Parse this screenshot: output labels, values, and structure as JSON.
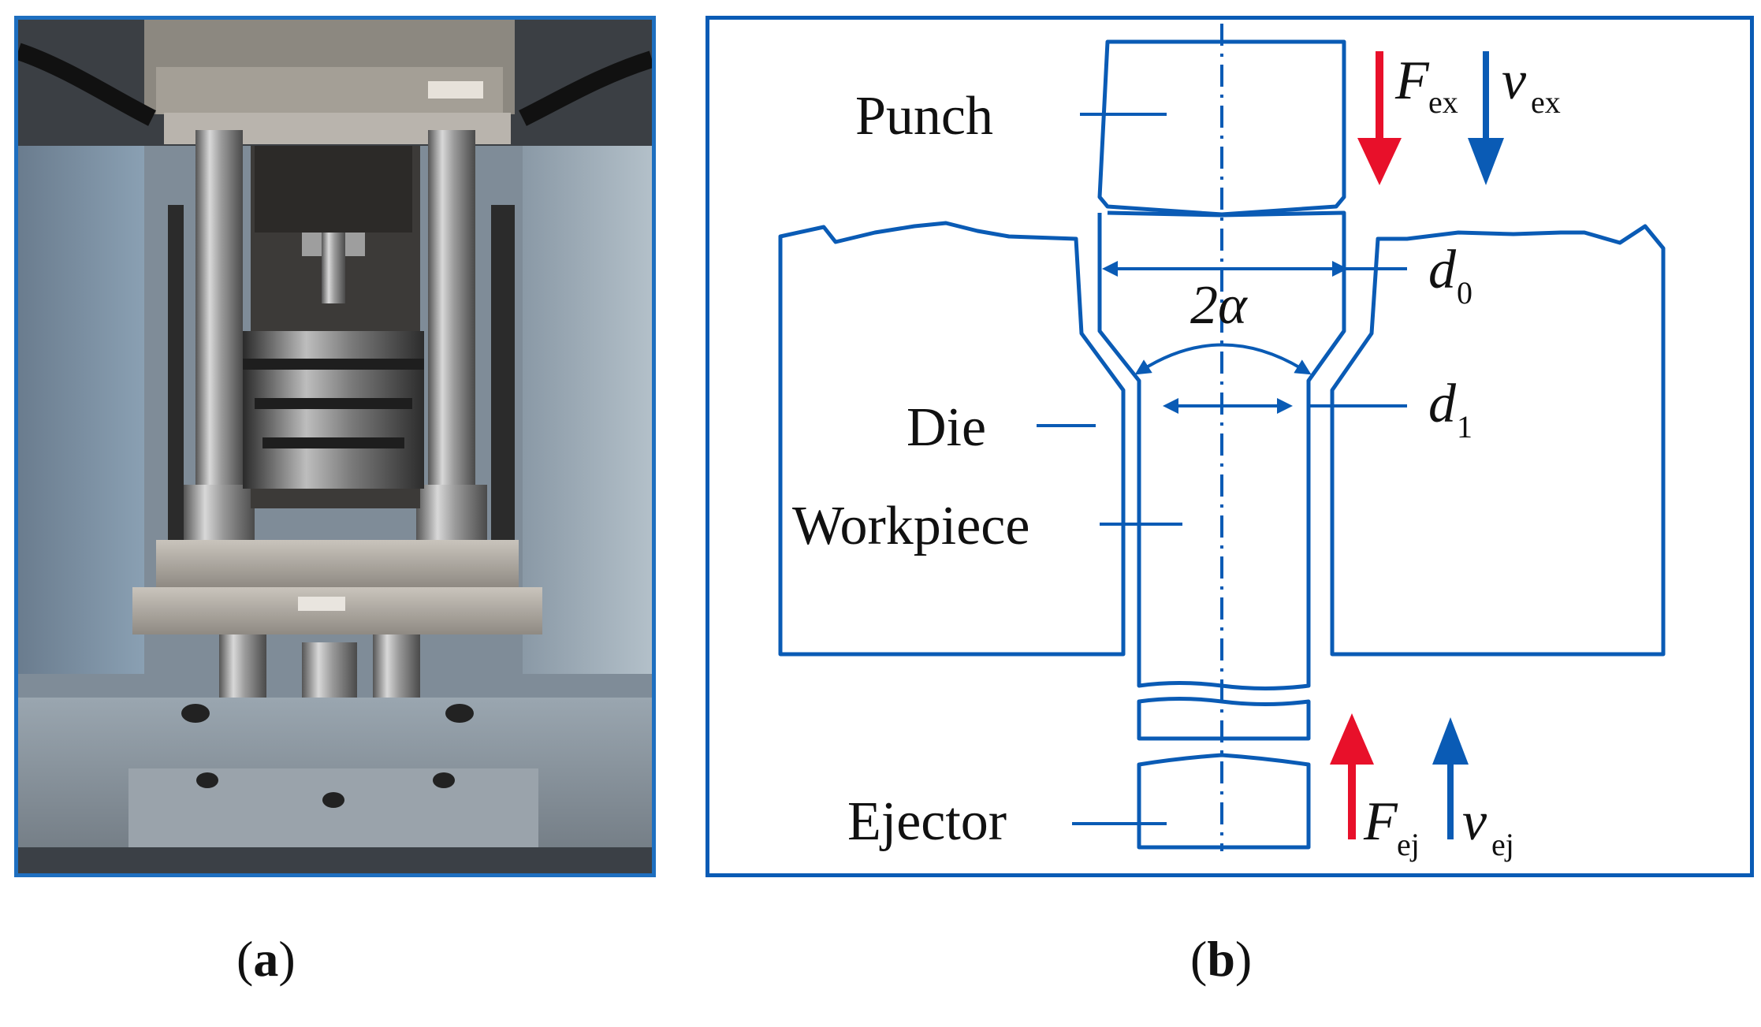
{
  "figure": {
    "panel_a": {
      "caption_letter": "a"
    },
    "panel_b": {
      "caption_letter": "b",
      "labels": {
        "punch": "Punch",
        "die": "Die",
        "workpiece": "Workpiece",
        "ejector": "Ejector",
        "d0_main": "d",
        "d0_sub": "0",
        "d1_main": "d",
        "d1_sub": "1",
        "angle": "2α",
        "f_ex_main": "F",
        "f_ex_sub": "ex",
        "v_ex_main": "v",
        "v_ex_sub": "ex",
        "f_ej_main": "F",
        "f_ej_sub": "ej",
        "v_ej_main": "v",
        "v_ej_sub": "ej"
      }
    }
  },
  "colors": {
    "frame_blue": "#1e6fc0",
    "line_blue": "#0a5bb5",
    "force_red": "#e8102a",
    "velocity_blue": "#0a5bb5"
  }
}
